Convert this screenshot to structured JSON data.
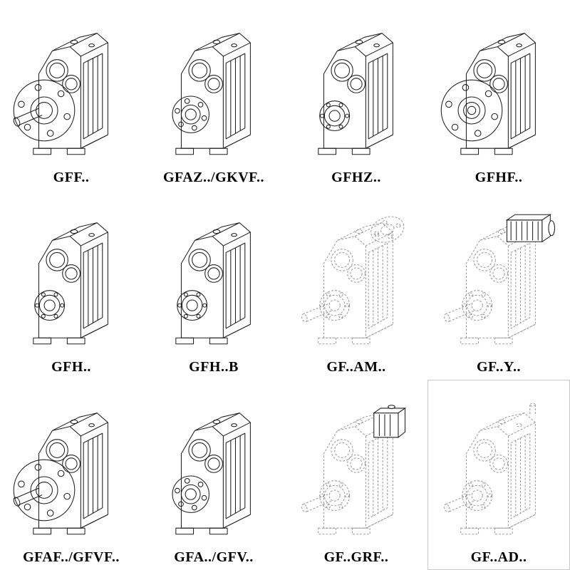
{
  "colors": {
    "ink": "#1f1f1f",
    "ghost": "#9b9b9b"
  },
  "catalog": {
    "cells": [
      {
        "label": "GFF..",
        "drawing": "flange-shaft"
      },
      {
        "label": "GFAZ../GKVF..",
        "drawing": "bore"
      },
      {
        "label": "GFHZ..",
        "drawing": "hollow"
      },
      {
        "label": "GFHF..",
        "drawing": "flange"
      },
      {
        "label": "GFH..",
        "drawing": "hollow"
      },
      {
        "label": "GFH..B",
        "drawing": "hollow-b"
      },
      {
        "label": "GF..AM..",
        "drawing": "dashed-am"
      },
      {
        "label": "GF..Y..",
        "drawing": "dashed-motor"
      },
      {
        "label": "GFAF../GFVF..",
        "drawing": "flange-shaft"
      },
      {
        "label": "GFA../GFV..",
        "drawing": "bore"
      },
      {
        "label": "GF..GRF..",
        "drawing": "dashed-adapter"
      },
      {
        "label": "GF..AD..",
        "drawing": "dashed-stub"
      }
    ]
  }
}
